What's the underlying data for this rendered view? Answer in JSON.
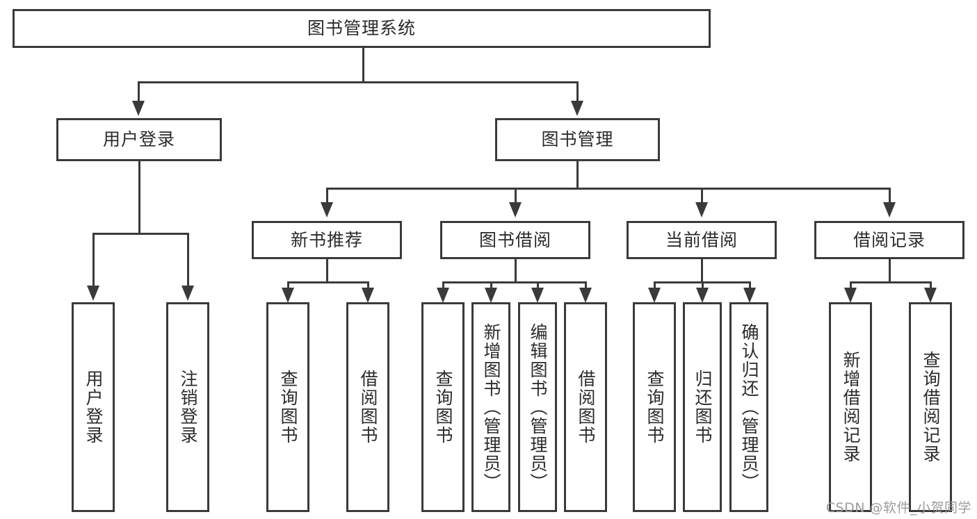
{
  "diagram": {
    "type": "tree-hierarchy",
    "title": "图书管理系统",
    "root": {
      "id": "root",
      "label": "图书管理系统",
      "orientation": "horizontal"
    },
    "level2": [
      {
        "id": "user-login",
        "label": "用户登录",
        "orientation": "horizontal"
      },
      {
        "id": "book-management",
        "label": "图书管理",
        "orientation": "horizontal"
      }
    ],
    "level3": [
      {
        "id": "new-book-recommend",
        "label": "新书推荐",
        "orientation": "horizontal",
        "parent": "book-management"
      },
      {
        "id": "book-borrow",
        "label": "图书借阅",
        "orientation": "horizontal",
        "parent": "book-management"
      },
      {
        "id": "current-borrow",
        "label": "当前借阅",
        "orientation": "horizontal",
        "parent": "book-management"
      },
      {
        "id": "borrow-record",
        "label": "借阅记录",
        "orientation": "horizontal",
        "parent": "book-management"
      }
    ],
    "leaves": {
      "user-login": [
        {
          "id": "leaf-user-login",
          "label": "用户登录"
        },
        {
          "id": "leaf-user-logout",
          "label": "注销登录"
        }
      ],
      "new-book-recommend": [
        {
          "id": "leaf-query-book-1",
          "label": "查询图书"
        },
        {
          "id": "leaf-borrow-book-1",
          "label": "借阅图书"
        }
      ],
      "book-borrow": [
        {
          "id": "leaf-query-book-2",
          "label": "查询图书"
        },
        {
          "id": "leaf-add-book",
          "label": "新增图书（管理员）"
        },
        {
          "id": "leaf-edit-book",
          "label": "编辑图书（管理员）"
        },
        {
          "id": "leaf-borrow-book-2",
          "label": "借阅图书"
        }
      ],
      "current-borrow": [
        {
          "id": "leaf-query-book-3",
          "label": "查询图书"
        },
        {
          "id": "leaf-return-book",
          "label": "归还图书"
        },
        {
          "id": "leaf-confirm-return",
          "label": "确认归还（管理员）"
        }
      ],
      "borrow-record": [
        {
          "id": "leaf-add-record",
          "label": "新增借阅记录"
        },
        {
          "id": "leaf-query-record",
          "label": "查询借阅记录"
        }
      ]
    }
  },
  "watermark": {
    "text": "CSDN @软件_小贺同学"
  },
  "colors": {
    "stroke": "#3a3a3a",
    "text": "#2b2b2b",
    "background": "#ffffff",
    "watermark": "#9b9b9b"
  }
}
